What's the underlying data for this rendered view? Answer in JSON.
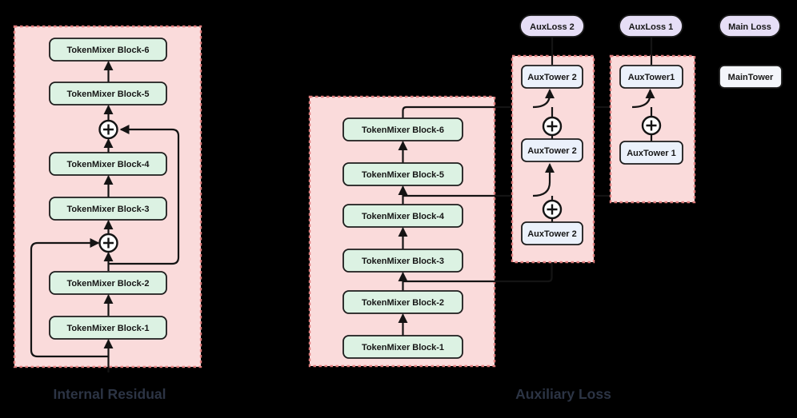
{
  "internal_residual": {
    "title": "Internal Residual",
    "blocks": [
      "TokenMixer Block-6",
      "TokenMixer Block-5",
      "TokenMixer Block-4",
      "TokenMixer Block-3",
      "TokenMixer Block-2",
      "TokenMixer Block-1"
    ]
  },
  "auxiliary_loss": {
    "title": "Auxiliary Loss",
    "blocks": [
      "TokenMixer Block-6",
      "TokenMixer Block-5",
      "TokenMixer Block-4",
      "TokenMixer Block-3",
      "TokenMixer Block-2",
      "TokenMixer Block-1"
    ],
    "aux_tower_2_column": {
      "loss": "AuxLoss 2",
      "towers": [
        "AuxTower 2",
        "AuxTower 2",
        "AuxTower 2"
      ]
    },
    "aux_tower_1_column": {
      "loss": "AuxLoss 1",
      "towers": [
        "AuxTower1",
        "AuxTower 1"
      ]
    },
    "main": {
      "loss": "Main Loss",
      "tower": "MainTower"
    }
  },
  "colors": {
    "background": "#000000",
    "container_fill": "#fadbdb",
    "container_border": "#e07e7e",
    "block_fill": "#dcf2e3",
    "tower_fill": "#ebf1fb",
    "main_tower_fill": "#f4f6fb",
    "loss_pill_fill": "#e6def6",
    "edge": "#141414",
    "title": "#2c3444"
  }
}
